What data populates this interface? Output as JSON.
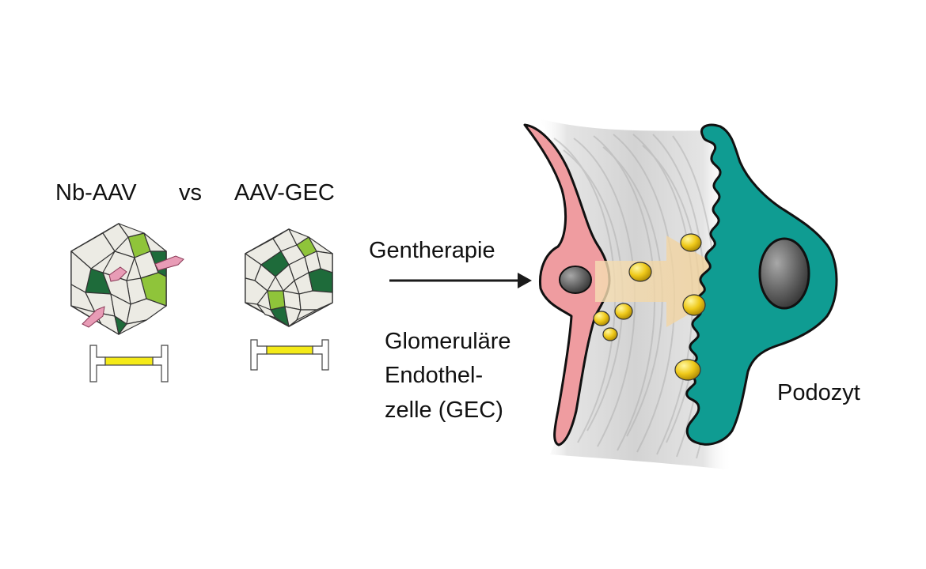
{
  "labels": {
    "nb_aav": "Nb-AAV",
    "vs": "vs",
    "aav_gec": "AAV-GEC",
    "gentherapie": "Gentherapie",
    "gec_line1": "Glomeruläre",
    "gec_line2": "Endothel-",
    "gec_line3": "zelle (GEC)",
    "podozyt": "Podozyt"
  },
  "colors": {
    "capsid_face": "#ecebe4",
    "capsid_light_green": "#8fc43a",
    "capsid_dark_green": "#1e6b3a",
    "nanobody_pink": "#e89cb6",
    "genome_yellow": "#f4ea18",
    "endothelial_pink": "#ef9ca0",
    "podocyte_teal": "#0f9c92",
    "nucleus_gray": "#5c5c5c",
    "particle_gold": "#e6c41b",
    "transfer_arrow": "#f3d7a8",
    "gbm_gray": "#c8c8c8"
  }
}
